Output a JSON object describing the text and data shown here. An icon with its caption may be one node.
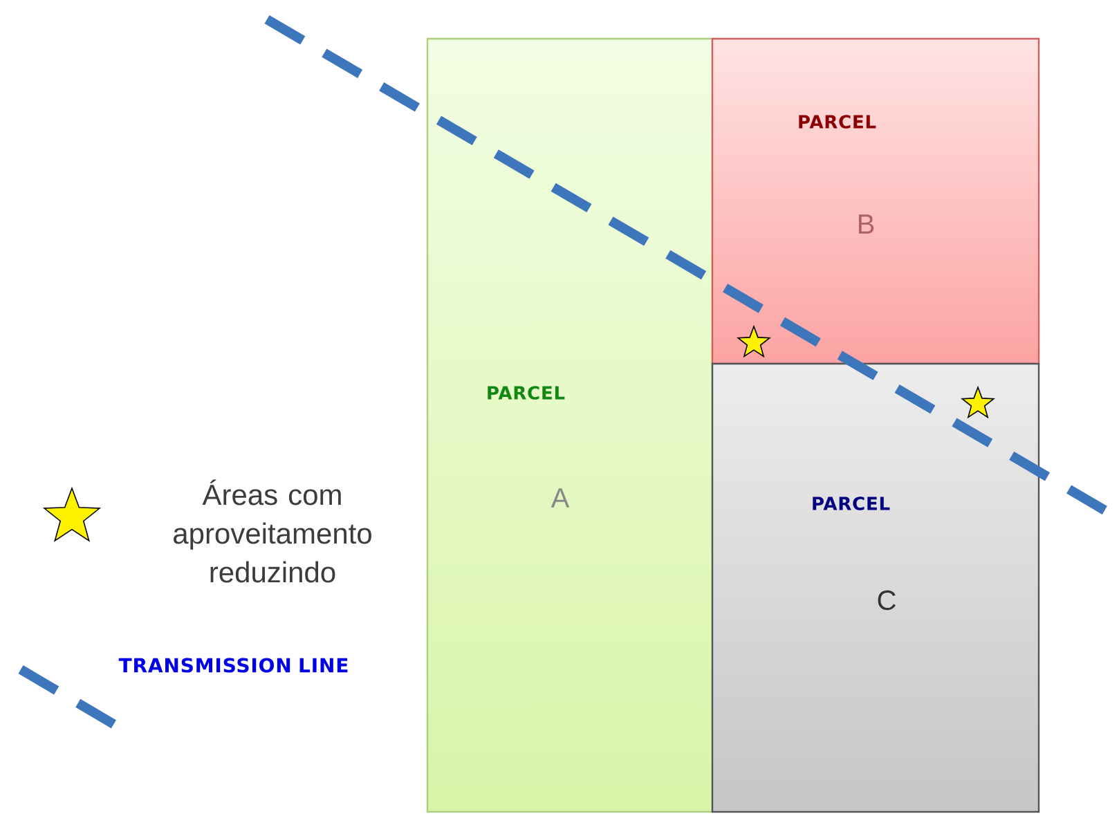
{
  "diagram": {
    "nodes": [
      {
        "text": [
          "PARCEL",
          "A"
        ]
      },
      {
        "text": [
          "PARCEL",
          "B"
        ]
      },
      {
        "text": [
          "PARCEL",
          "C"
        ]
      }
    ],
    "legend": [
      {
        "text": "Áreas com aproveitamento reduzindo"
      },
      {
        "text": "TRANSMISSION LINE"
      }
    ]
  }
}
